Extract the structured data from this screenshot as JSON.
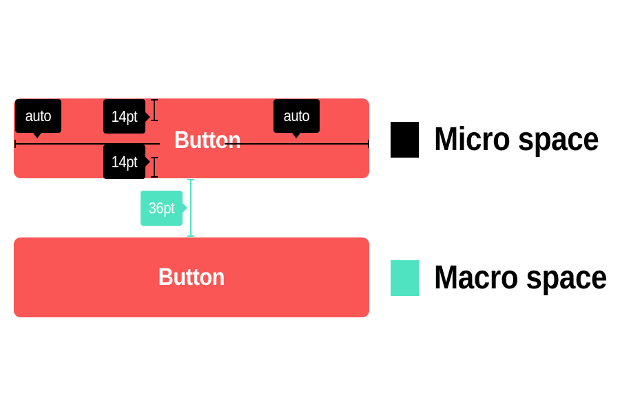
{
  "buttons": {
    "top_label": "Button",
    "bottom_label": "Button"
  },
  "micro_tags": {
    "left_auto": "auto",
    "top_padding": "14pt",
    "right_auto": "auto",
    "bottom_padding": "14pt"
  },
  "macro_tags": {
    "gap": "36pt"
  },
  "legend": {
    "micro_label": "Micro space",
    "macro_label": "Macro space"
  },
  "colors": {
    "button": "#fa5655",
    "micro": "#000000",
    "macro": "#50e3c2"
  }
}
